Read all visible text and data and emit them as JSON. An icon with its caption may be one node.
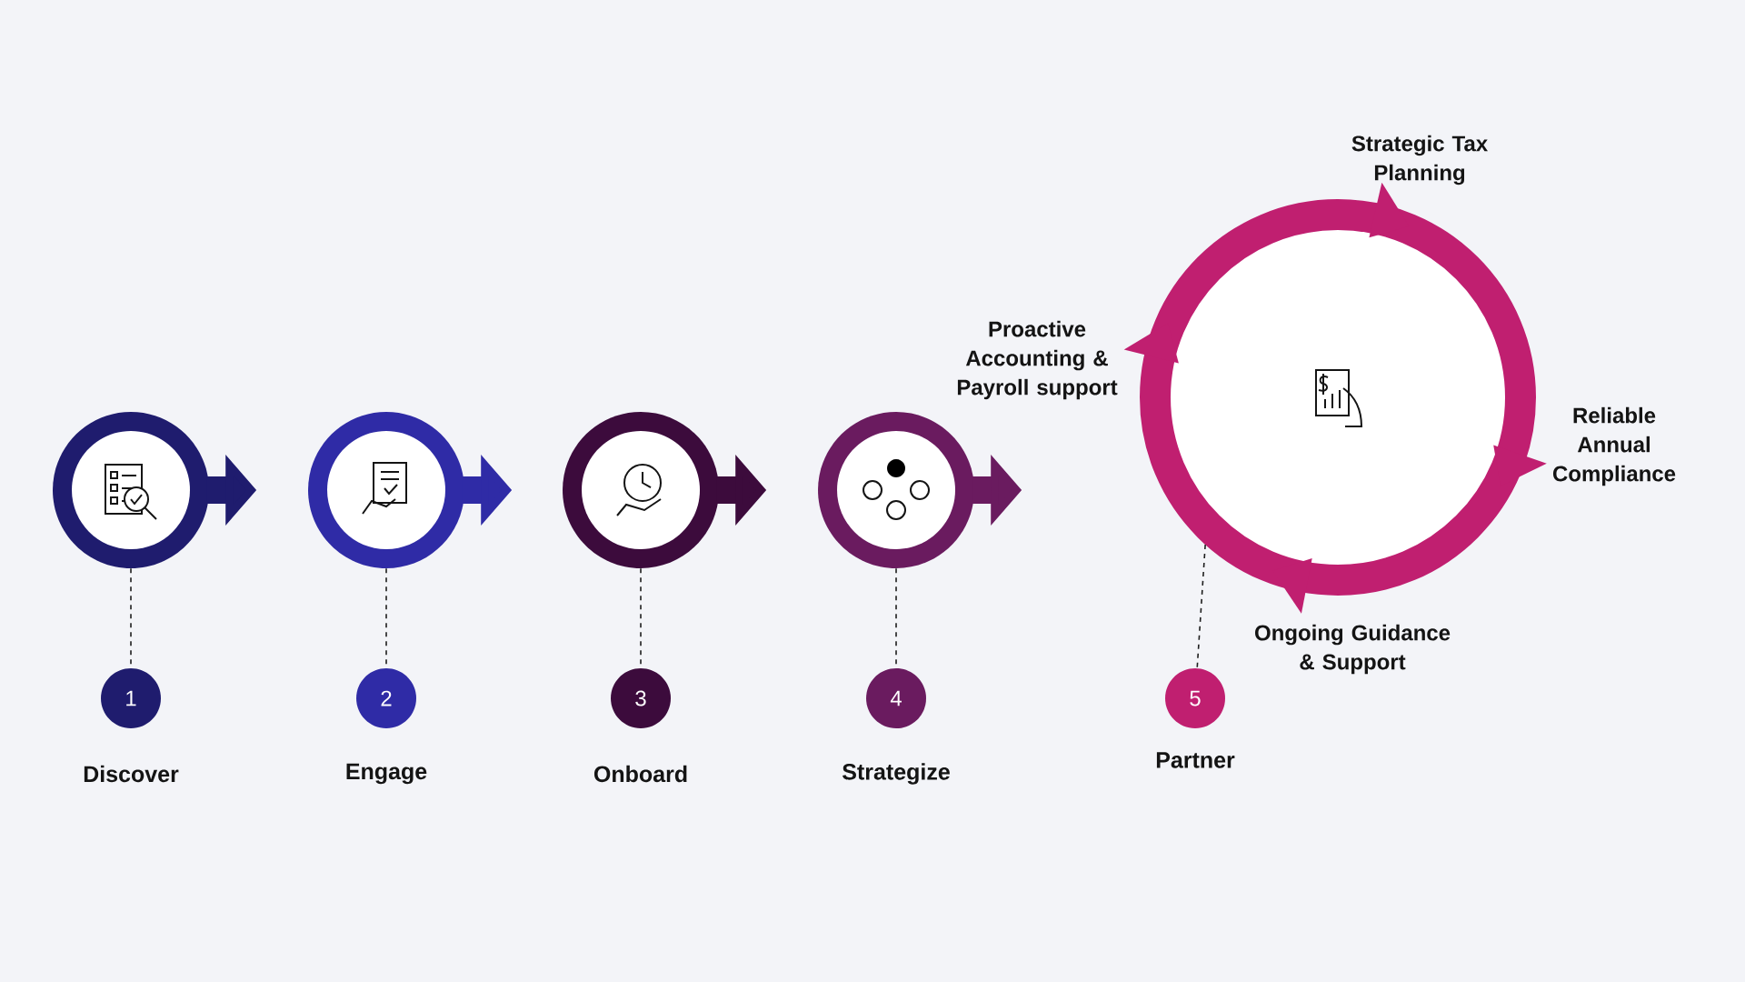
{
  "diagram": {
    "nodes": [
      {
        "text": [],
        "shape": "circle"
      },
      {
        "text": [
          "1"
        ],
        "beside": [
          "Discover"
        ]
      },
      {
        "text": [],
        "shape": "circle"
      },
      {
        "text": [
          "2"
        ],
        "beside": [
          "Engage"
        ]
      },
      {
        "text": [],
        "shape": "circle"
      },
      {
        "text": [
          "3"
        ],
        "beside": [
          "Onboard"
        ]
      },
      {
        "text": [],
        "shape": "circle"
      },
      {
        "text": [
          "4"
        ],
        "beside": [
          "Strategize"
        ]
      },
      {
        "text": [],
        "shape": "circle"
      },
      {
        "text": [
          "5"
        ],
        "beside": [
          "Partner"
        ]
      }
    ],
    "edges": [
      {
        "from": 0,
        "to": 1,
        "arrow": "none",
        "style": "dashed"
      },
      {
        "from": 2,
        "to": 3,
        "arrow": "none",
        "style": "dashed"
      },
      {
        "from": 4,
        "to": 5,
        "arrow": "none",
        "style": "dashed"
      },
      {
        "from": 6,
        "to": 7,
        "arrow": "none",
        "style": "dashed"
      },
      {
        "from": 8,
        "to": 9,
        "arrow": "none",
        "style": "dashed"
      },
      {
        "from": 0,
        "to": null,
        "arrow": "to",
        "style": "thick",
        "color": "#1f1c6e"
      },
      {
        "from": 2,
        "to": null,
        "arrow": "to",
        "style": "thick",
        "color": "#2f2ba6"
      },
      {
        "from": 4,
        "to": null,
        "arrow": "to",
        "style": "thick",
        "color": "#3c0b3c"
      },
      {
        "from": 6,
        "to": null,
        "arrow": "to",
        "style": "thick",
        "color": "#6a1b5f"
      }
    ],
    "labels": [
      "Strategic Tax Planning",
      "Proactive Accounting & Payroll support",
      "Reliable Annual Compliance",
      "Ongoing Guidance & Support"
    ]
  }
}
